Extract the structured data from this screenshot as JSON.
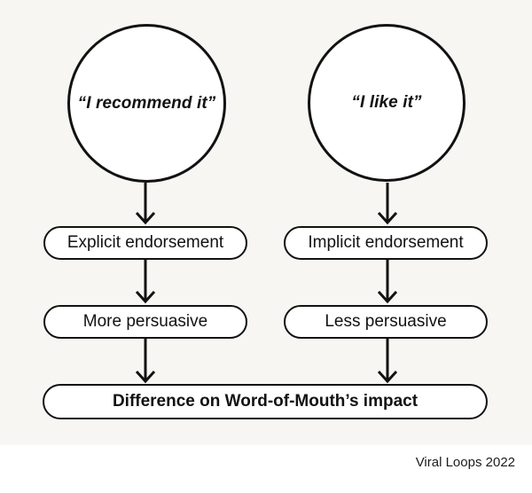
{
  "canvas": {
    "background": "#f7f6f3",
    "footer_background": "#ffffff",
    "stroke_color": "#121212",
    "node_fill": "#ffffff"
  },
  "nodes": {
    "circle_left": "“I recommend it”",
    "circle_right": "“I like it”",
    "box_explicit": "Explicit endorsement",
    "box_implicit": "Implicit endorsement",
    "box_more": "More persuasive",
    "box_less": "Less persuasive",
    "box_difference": "Difference on Word-of-Mouth’s impact"
  },
  "footer": {
    "credit": "Viral Loops 2022"
  }
}
